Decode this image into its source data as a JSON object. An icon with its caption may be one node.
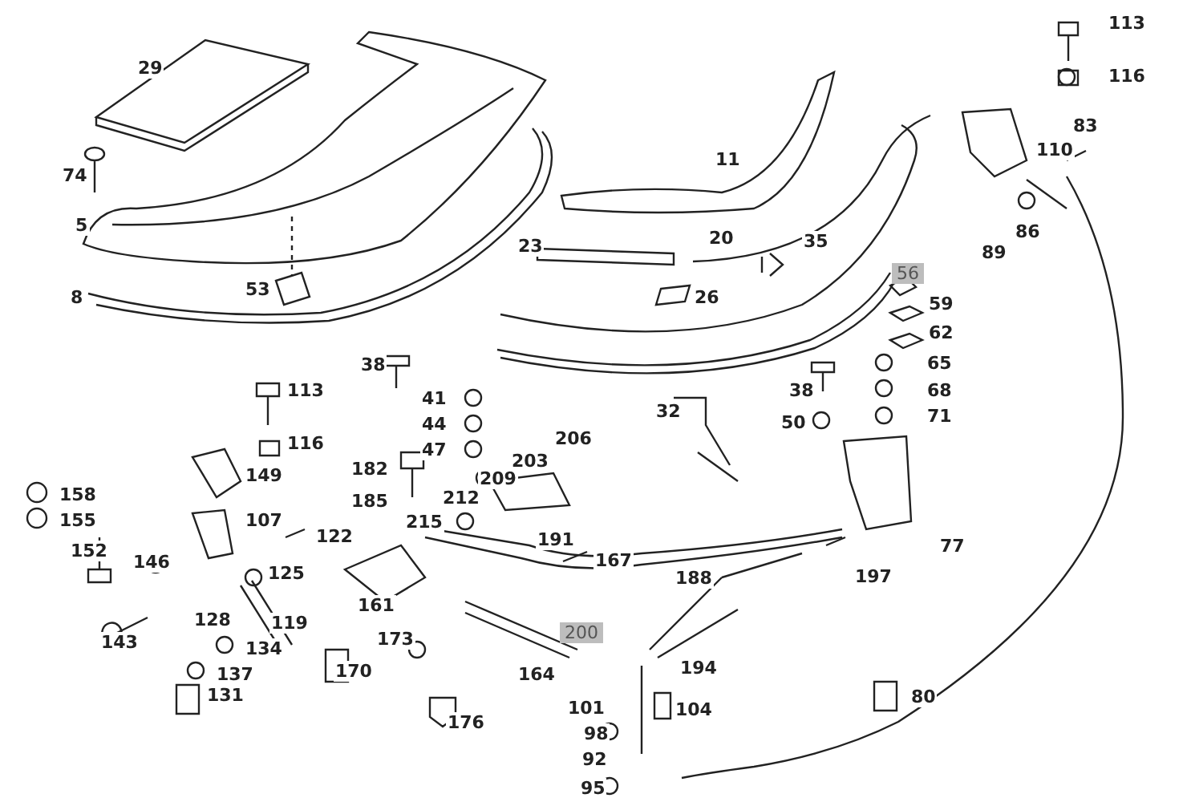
{
  "diagram": {
    "labels": [
      "113",
      "29",
      "116",
      "83",
      "110",
      "11",
      "74",
      "5",
      "20",
      "86",
      "23",
      "35",
      "89",
      "56",
      "8",
      "53",
      "26",
      "59",
      "62",
      "38",
      "65",
      "113",
      "41",
      "38",
      "68",
      "44",
      "32",
      "50",
      "71",
      "116",
      "47",
      "206",
      "149",
      "182",
      "209",
      "203",
      "158",
      "185",
      "212",
      "77",
      "155",
      "107",
      "215",
      "122",
      "191",
      "152",
      "146",
      "167",
      "125",
      "188",
      "197",
      "161",
      "128",
      "119",
      "143",
      "200",
      "134",
      "194",
      "164",
      "173",
      "137",
      "170",
      "131",
      "80",
      "101",
      "104",
      "176",
      "98",
      "92",
      "95"
    ]
  }
}
